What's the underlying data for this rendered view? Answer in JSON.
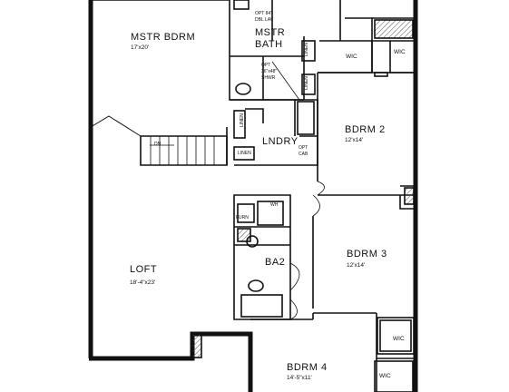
{
  "rooms": {
    "master_bedroom": {
      "name": "MSTR BDRM",
      "size": "17'x20'"
    },
    "master_bath": {
      "line1": "MSTR",
      "line2": "BATH"
    },
    "wic_1": "WIC",
    "wic_2": "WIC",
    "wic_3": "WIC",
    "wic_4": "WIC",
    "bedroom_2": {
      "name": "BDRM 2",
      "size": "12'x14'"
    },
    "bedroom_3": {
      "name": "BDRM 3",
      "size": "12'x14'"
    },
    "bedroom_4": {
      "name": "BDRM 4",
      "size": "14'-5\"x11'"
    },
    "laundry": "LNDRY",
    "linen": "LINEN",
    "bath_2": "BA2",
    "loft": {
      "name": "LOFT",
      "size": "18'-4\"x23'"
    }
  },
  "notes": {
    "opt_dbl_lav_1": "OPT 84\"",
    "opt_dbl_lav_2": "DBL LAV",
    "opt_shwr_1": "OPT",
    "opt_shwr_2": "36\"x48\"",
    "opt_shwr_3": "SHWR",
    "opt_cab_1": "OPT",
    "opt_cab_2": "CAB"
  },
  "labels": {
    "stair_down": "DN",
    "furn": "FURN",
    "wh": "WH"
  }
}
